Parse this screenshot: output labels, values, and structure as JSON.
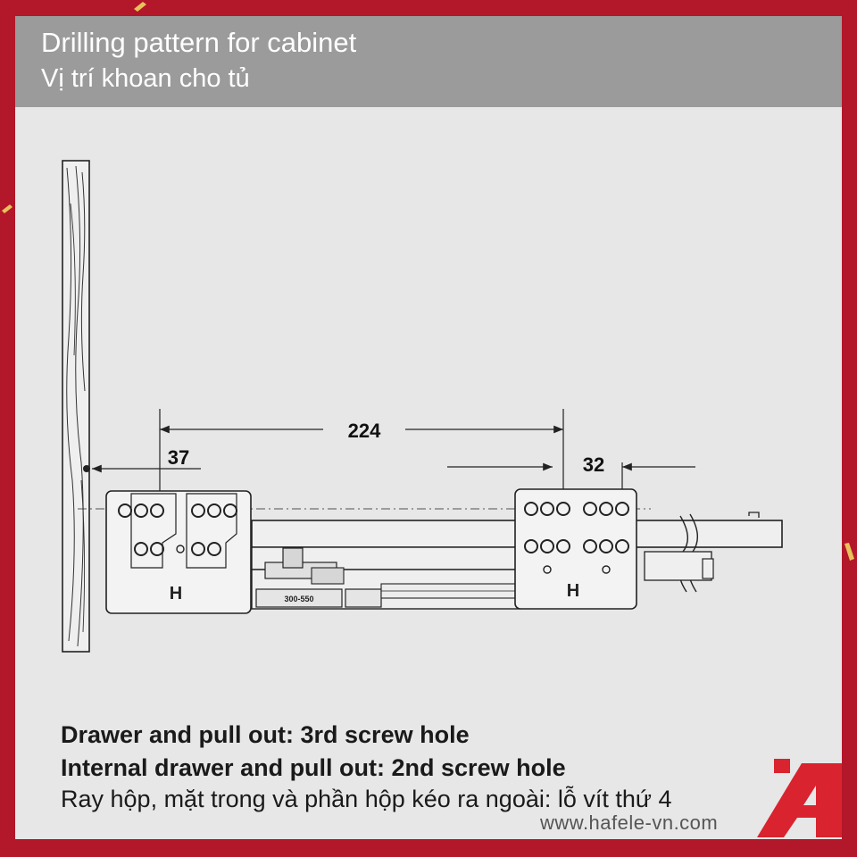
{
  "header": {
    "title": "Drilling pattern for cabinet",
    "subtitle": "Vị trí khoan cho tủ"
  },
  "dimensions": {
    "d224": "224",
    "d37": "37",
    "d32": "32"
  },
  "rail_label": "300-550",
  "notes": {
    "line1": "Drawer and pull out: 3rd screw hole",
    "line2": "Internal drawer and pull out: 2nd screw hole",
    "line3": "Ray hộp, mặt trong và phần hộp kéo ra ngoài: lỗ vít thứ 4"
  },
  "website": "www.hafele-vn.com",
  "colors": {
    "brand_red": "#b3172a",
    "header_gray": "#9b9b9b",
    "panel_bg": "#e7e7e7",
    "logo_red": "#d9232e"
  },
  "icons": [
    "hafele-logo-icon",
    "confetti-icon"
  ]
}
